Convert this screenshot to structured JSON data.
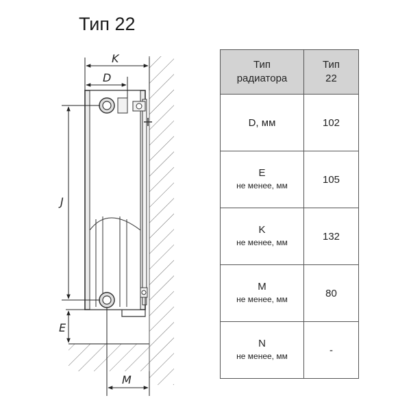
{
  "title": "Тип 22",
  "drawing": {
    "dimensions": {
      "K": "K",
      "D": "D",
      "J": "J",
      "E": "E",
      "M": "M"
    }
  },
  "table": {
    "header": {
      "col1_line1": "Тип",
      "col1_line2": "радиатора",
      "col2_line1": "Тип",
      "col2_line2": "22"
    },
    "rows": [
      {
        "param": "D, мм",
        "note": "",
        "value": "102"
      },
      {
        "param": "E",
        "note": "не менее, мм",
        "value": "105"
      },
      {
        "param": "K",
        "note": "не менее, мм",
        "value": "132"
      },
      {
        "param": "M",
        "note": "не менее, мм",
        "value": "80"
      },
      {
        "param": "N",
        "note": "не менее, мм",
        "value": "-"
      }
    ]
  }
}
